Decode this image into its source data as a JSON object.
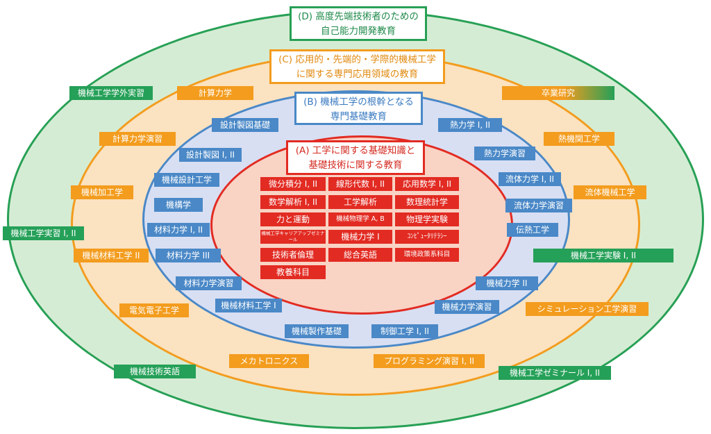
{
  "layers": {
    "d": {
      "title": [
        "(D) 高度先端技術者のための",
        "自己能力開発教育"
      ],
      "color": "#27a055"
    },
    "c": {
      "title": [
        "(C) 応用的・先端的・学際的機械工学",
        "に関する専門応用領域の教育"
      ],
      "color": "#f39c1e"
    },
    "b": {
      "title": [
        "(B) 機械工学の根幹となる",
        "専門基礎教育"
      ],
      "color": "#4a88c7"
    },
    "a": {
      "title": [
        "(A) 工学に関する基礎知識と",
        "基礎技術に関する教育"
      ],
      "color": "#e22b22"
    }
  },
  "courses": {
    "d": [
      "機械工学学外実習",
      "機械工学実習 I, II",
      "機械技術英語",
      "機械工学実験 I, II",
      "機械工学ゼミナール I, II"
    ],
    "c": [
      "計算力学",
      "計算力学演習",
      "機械加工学",
      "機械材料工学 II",
      "電気電子工学",
      "メカトロニクス",
      "プログラミング演習 I, II",
      "卒業研究",
      "熱機関工学",
      "流体機械工学",
      "シミュレーション工学演習"
    ],
    "b": [
      "設計製図基礎",
      "設計製図 I, II",
      "機械設計工学",
      "機構学",
      "材料力学 I, II",
      "材料力学 III",
      "材料力学演習",
      "機械材料工学 I",
      "機械製作基礎",
      "制御工学 I, II",
      "機械力学演習",
      "機械力学 II",
      "伝熱工学",
      "流体力学演習",
      "流体力学 I, II",
      "熱力学演習",
      "熱力学 I, II"
    ],
    "a": [
      "微分積分 I, II",
      "線形代数 I, II",
      "応用数学 I, II",
      "数学解析 I, II",
      "工学解析",
      "数理統計学",
      "力と運動",
      "機械物理学 A, B",
      "物理学実験",
      "機械工学キャリアアップゼミナール",
      "機械力学 I",
      "ｺﾝﾋﾟｭｰﾀﾘﾃﾗｼｰ",
      "技術者倫理",
      "総合英語",
      "環境政策系科目",
      "教養科目"
    ]
  }
}
